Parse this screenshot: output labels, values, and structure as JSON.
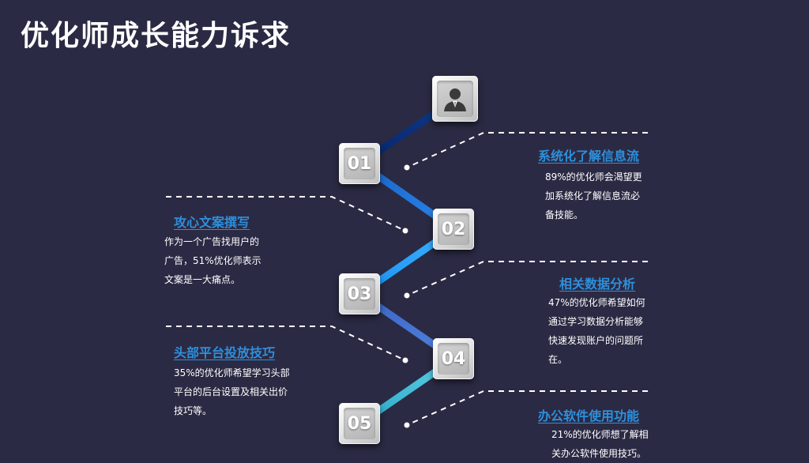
{
  "title": "优化师成长能力诉求",
  "avatar_icon": "person-avatar-icon",
  "steps": [
    {
      "num": "01",
      "heading": "系统化了解信息流",
      "lines": [
        "89%的优化师会渴望更",
        "加系统化了解信息流必",
        "备技能。"
      ]
    },
    {
      "num": "02",
      "heading": "攻心文案撰写",
      "lines": [
        "作为一个广告找用户的",
        "广告，51%优化师表示",
        "文案是一大痛点。"
      ]
    },
    {
      "num": "03",
      "heading": "相关数据分析",
      "lines": [
        "47%的优化师希望如何",
        "通过学习数据分析能够",
        "快速发现账户的问题所",
        "在。"
      ]
    },
    {
      "num": "04",
      "heading": "头部平台投放技巧",
      "lines": [
        "35%的优化师希望学习头部",
        "平台的后台设置及相关出价",
        "技巧等。"
      ]
    },
    {
      "num": "05",
      "heading": "办公软件使用功能",
      "lines": [
        "21%的优化师想了解相",
        "关办公软件使用技巧。"
      ]
    }
  ]
}
